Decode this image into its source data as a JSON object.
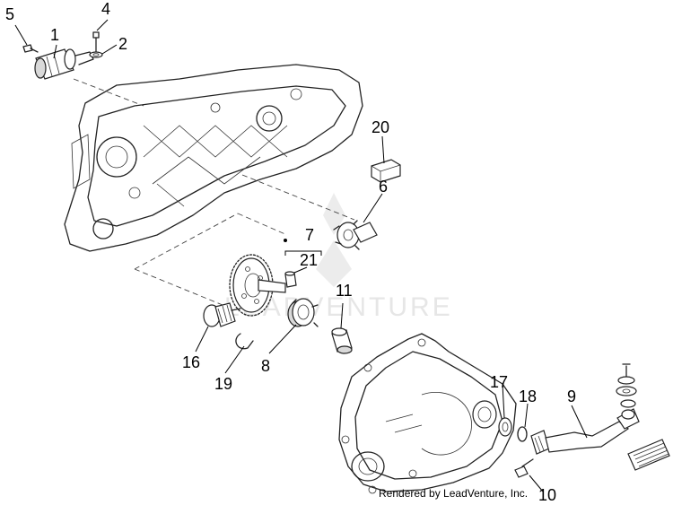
{
  "callouts": {
    "c1": "1",
    "c2": "2",
    "c4": "4",
    "c5": "5",
    "c6": "6",
    "c7": "7",
    "c8": "8",
    "c9": "9",
    "c10": "10",
    "c11": "11",
    "c16": "16",
    "c17": "17",
    "c18": "18",
    "c19": "19",
    "c20": "20",
    "c21": "21"
  },
  "watermark": "LEADVENTURE",
  "footer": "Rendered by LeadVenture, Inc."
}
